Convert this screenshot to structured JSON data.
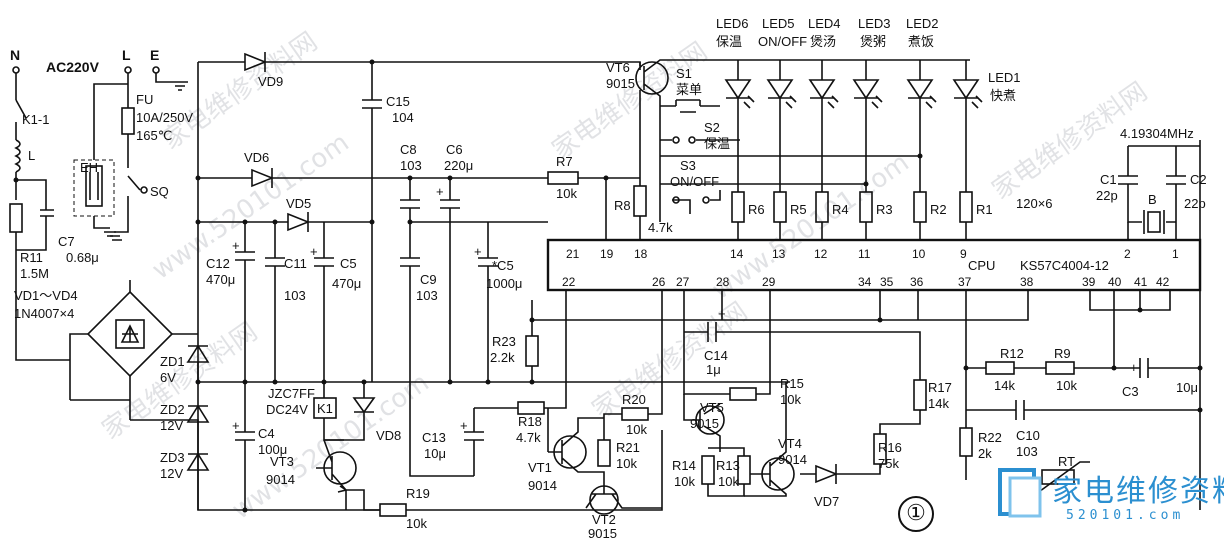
{
  "power": {
    "n": "N",
    "l_top": "L",
    "e": "E",
    "ac": "AC220V",
    "k1": "K1-1",
    "l_coil": "L",
    "fu": "FU",
    "fu_rating": "10A/250V",
    "fu_temp": "165℃",
    "eh": "EH",
    "sq": "SQ",
    "r11": "R11",
    "r11_val": "1.5M",
    "c7": "C7",
    "c7_val": "0.68μ",
    "bridge": "VD1～VD4",
    "bridge_val": "1N4007×4"
  },
  "components": {
    "vd9": "VD9",
    "c15": "C15",
    "c15_val": "104",
    "vd6": "VD6",
    "vd5": "VD5",
    "c8": "C8",
    "c8_val": "103",
    "c6": "C6",
    "c6_val": "220μ",
    "r7": "R7",
    "r7_val": "10k",
    "r8": "R8",
    "r8_val": "4.7k",
    "c12": "C12",
    "c12_val": "470μ",
    "c11": "C11",
    "c11_val": "103",
    "c5": "C5",
    "c5_val": "470μ",
    "c9": "C9",
    "c9_val": "103",
    "c5b": "*C5",
    "c5b_val": "1000μ",
    "r23": "R23",
    "r23_val": "2.2k",
    "zd1": "ZD1",
    "zd1_val": "6V",
    "zd2": "ZD2",
    "zd2_val": "12V",
    "zd3": "ZD3",
    "zd3_val": "12V",
    "relay": "JZC7FF",
    "relay_v": "DC24V",
    "k1box": "K1",
    "c4": "C4",
    "c4_val": "100μ",
    "vd8": "VD8",
    "vt3": "VT3",
    "vt3_val": "9014",
    "r19": "R19",
    "r19_val": "10k",
    "c13": "C13",
    "c13_val": "10μ",
    "r18": "R18",
    "r18_val": "4.7k",
    "vt1": "VT1",
    "vt1_val": "9014",
    "r20": "R20",
    "r20_val": "10k",
    "r21": "R21",
    "r21_val": "10k",
    "vt2": "VT2",
    "vt2_val": "9015",
    "c14": "C14",
    "c14_val": "1μ",
    "r15": "R15",
    "r15_val": "10k",
    "vt5": "VT5",
    "vt5_val": "9015",
    "r14": "R14",
    "r14_val": "10k",
    "r13": "R13",
    "r13_val": "10k",
    "vt4": "VT4",
    "vt4_val": "9014",
    "r16": "R16",
    "r16_val": "75k",
    "vd7": "VD7",
    "r17": "R17",
    "r17_val": "14k",
    "r12": "R12",
    "r12_val": "14k",
    "r9": "R9",
    "r9_val": "10k",
    "c3": "C3",
    "c3_val": "10μ",
    "r22": "R22",
    "r22_val": "2k",
    "c10": "C10",
    "c10_val": "103",
    "rt": "RT",
    "vt6": "VT6",
    "vt6_val": "9015",
    "s1": "S1",
    "s1_name": "菜单",
    "s2": "S2",
    "s2_name": "保温",
    "s3": "S3",
    "s3_name": "ON/OFF",
    "r6": "R6",
    "r5": "R5",
    "r4": "R4",
    "r3": "R3",
    "r2": "R2",
    "r1": "R1",
    "crystal": "4.19304MHz",
    "c1": "C1",
    "c1_val": "22p",
    "c2": "C2",
    "c2_val": "22p",
    "b": "B",
    "array": "120×6"
  },
  "leds": [
    {
      "id": "LED6",
      "name": "保温"
    },
    {
      "id": "LED5",
      "name": "ON/OFF"
    },
    {
      "id": "LED4",
      "name": "煲汤"
    },
    {
      "id": "LED3",
      "name": "煲粥"
    },
    {
      "id": "LED2",
      "name": "煮饭"
    },
    {
      "id": "LED1",
      "name": "快煮"
    }
  ],
  "ic": {
    "name": "CPU",
    "part": "KS57C4004-12",
    "top_pins": [
      "21",
      "19",
      "18",
      "14",
      "13",
      "12",
      "11",
      "10",
      "9",
      "2",
      "1"
    ],
    "bottom_pins": [
      "22",
      "26",
      "27",
      "28",
      "29",
      "34",
      "35",
      "36",
      "37",
      "38",
      "39",
      "40",
      "41",
      "42"
    ]
  },
  "figure": {
    "number": "①"
  },
  "watermark": {
    "text": "家电维修资料网",
    "url": "www.520101.com"
  },
  "brand": {
    "name": "家电维修资料网",
    "url": "520101.com"
  }
}
